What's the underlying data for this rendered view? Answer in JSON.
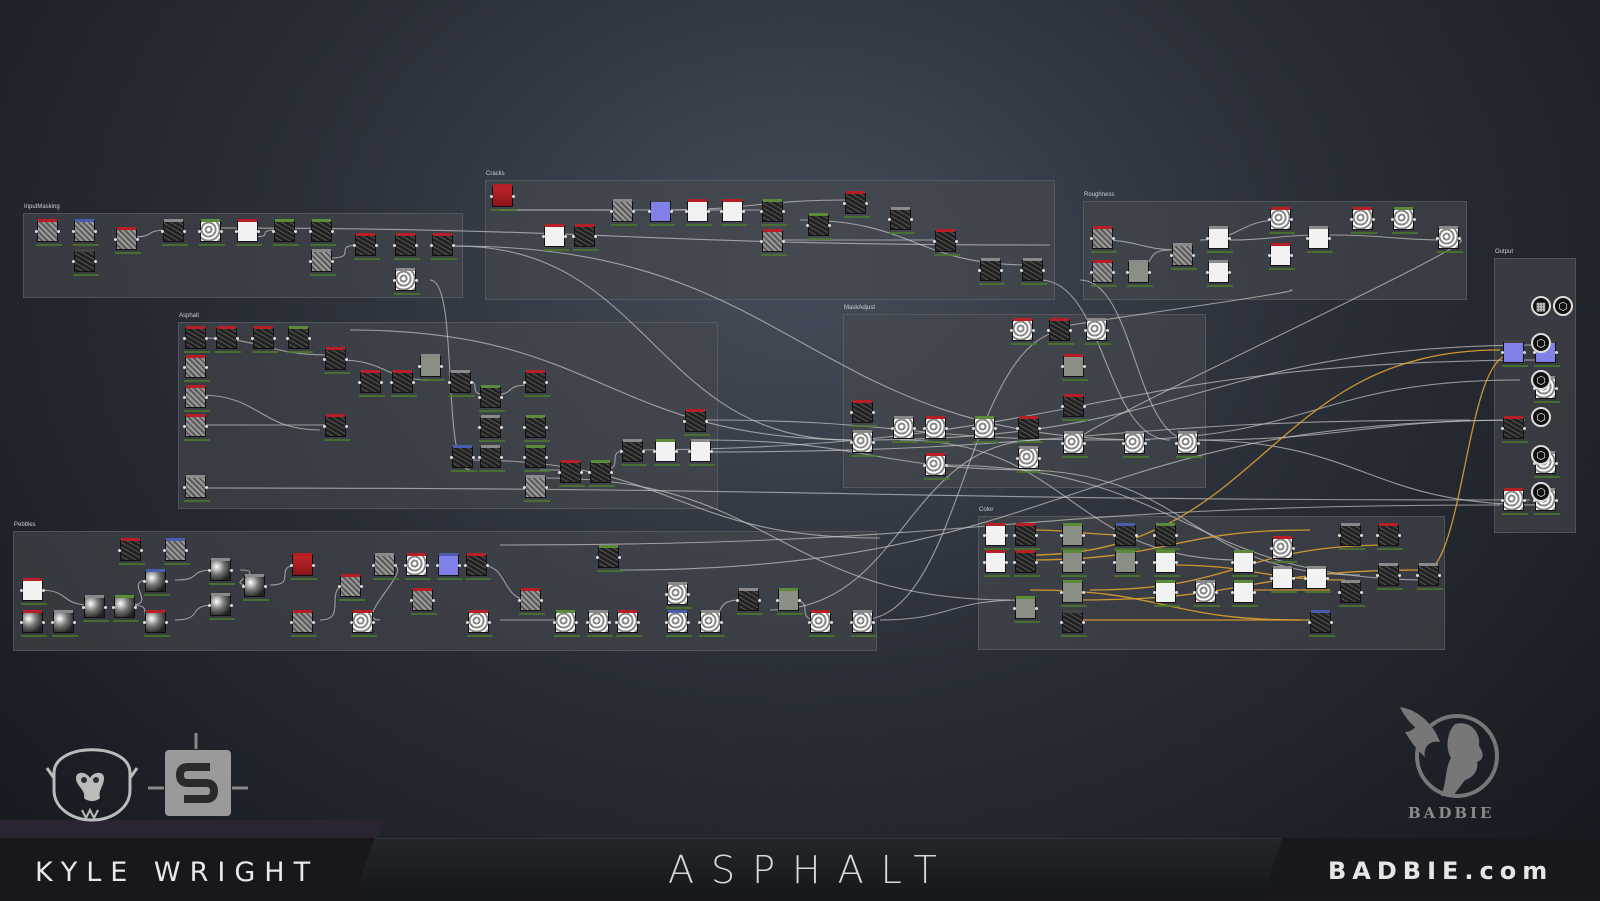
{
  "canvas": {
    "background": "#2a2f38"
  },
  "frames": {
    "input": {
      "title": "InputMasking"
    },
    "cracks": {
      "title": "Cracks"
    },
    "roughness": {
      "title": "Roughness"
    },
    "asphalt": {
      "title": "Asphalt"
    },
    "mask_adjust": {
      "title": "MaskAdjust"
    },
    "output": {
      "title": "Output"
    },
    "pebbles": {
      "title": "Pebbles"
    },
    "color": {
      "title": "Color"
    }
  },
  "node_header_colors": {
    "red": "#b81e25",
    "green": "#5a8a3a",
    "blue": "#4a5cb0",
    "gray": "#8a8a8a",
    "dark": "#444444"
  },
  "output_icons": [
    "checker-cube-icon",
    "cube-icon",
    "cube-icon",
    "cube-icon",
    "cube-icon",
    "cube-icon",
    "cube-icon"
  ],
  "footer": {
    "author": "KYLE WRIGHT",
    "project": "ASPHALT",
    "site": "BADBIE.com",
    "brand": "BADBIE"
  },
  "logos": [
    "monkey-skull-logo",
    "substance-designer-logo",
    "badbie-angel-logo"
  ]
}
